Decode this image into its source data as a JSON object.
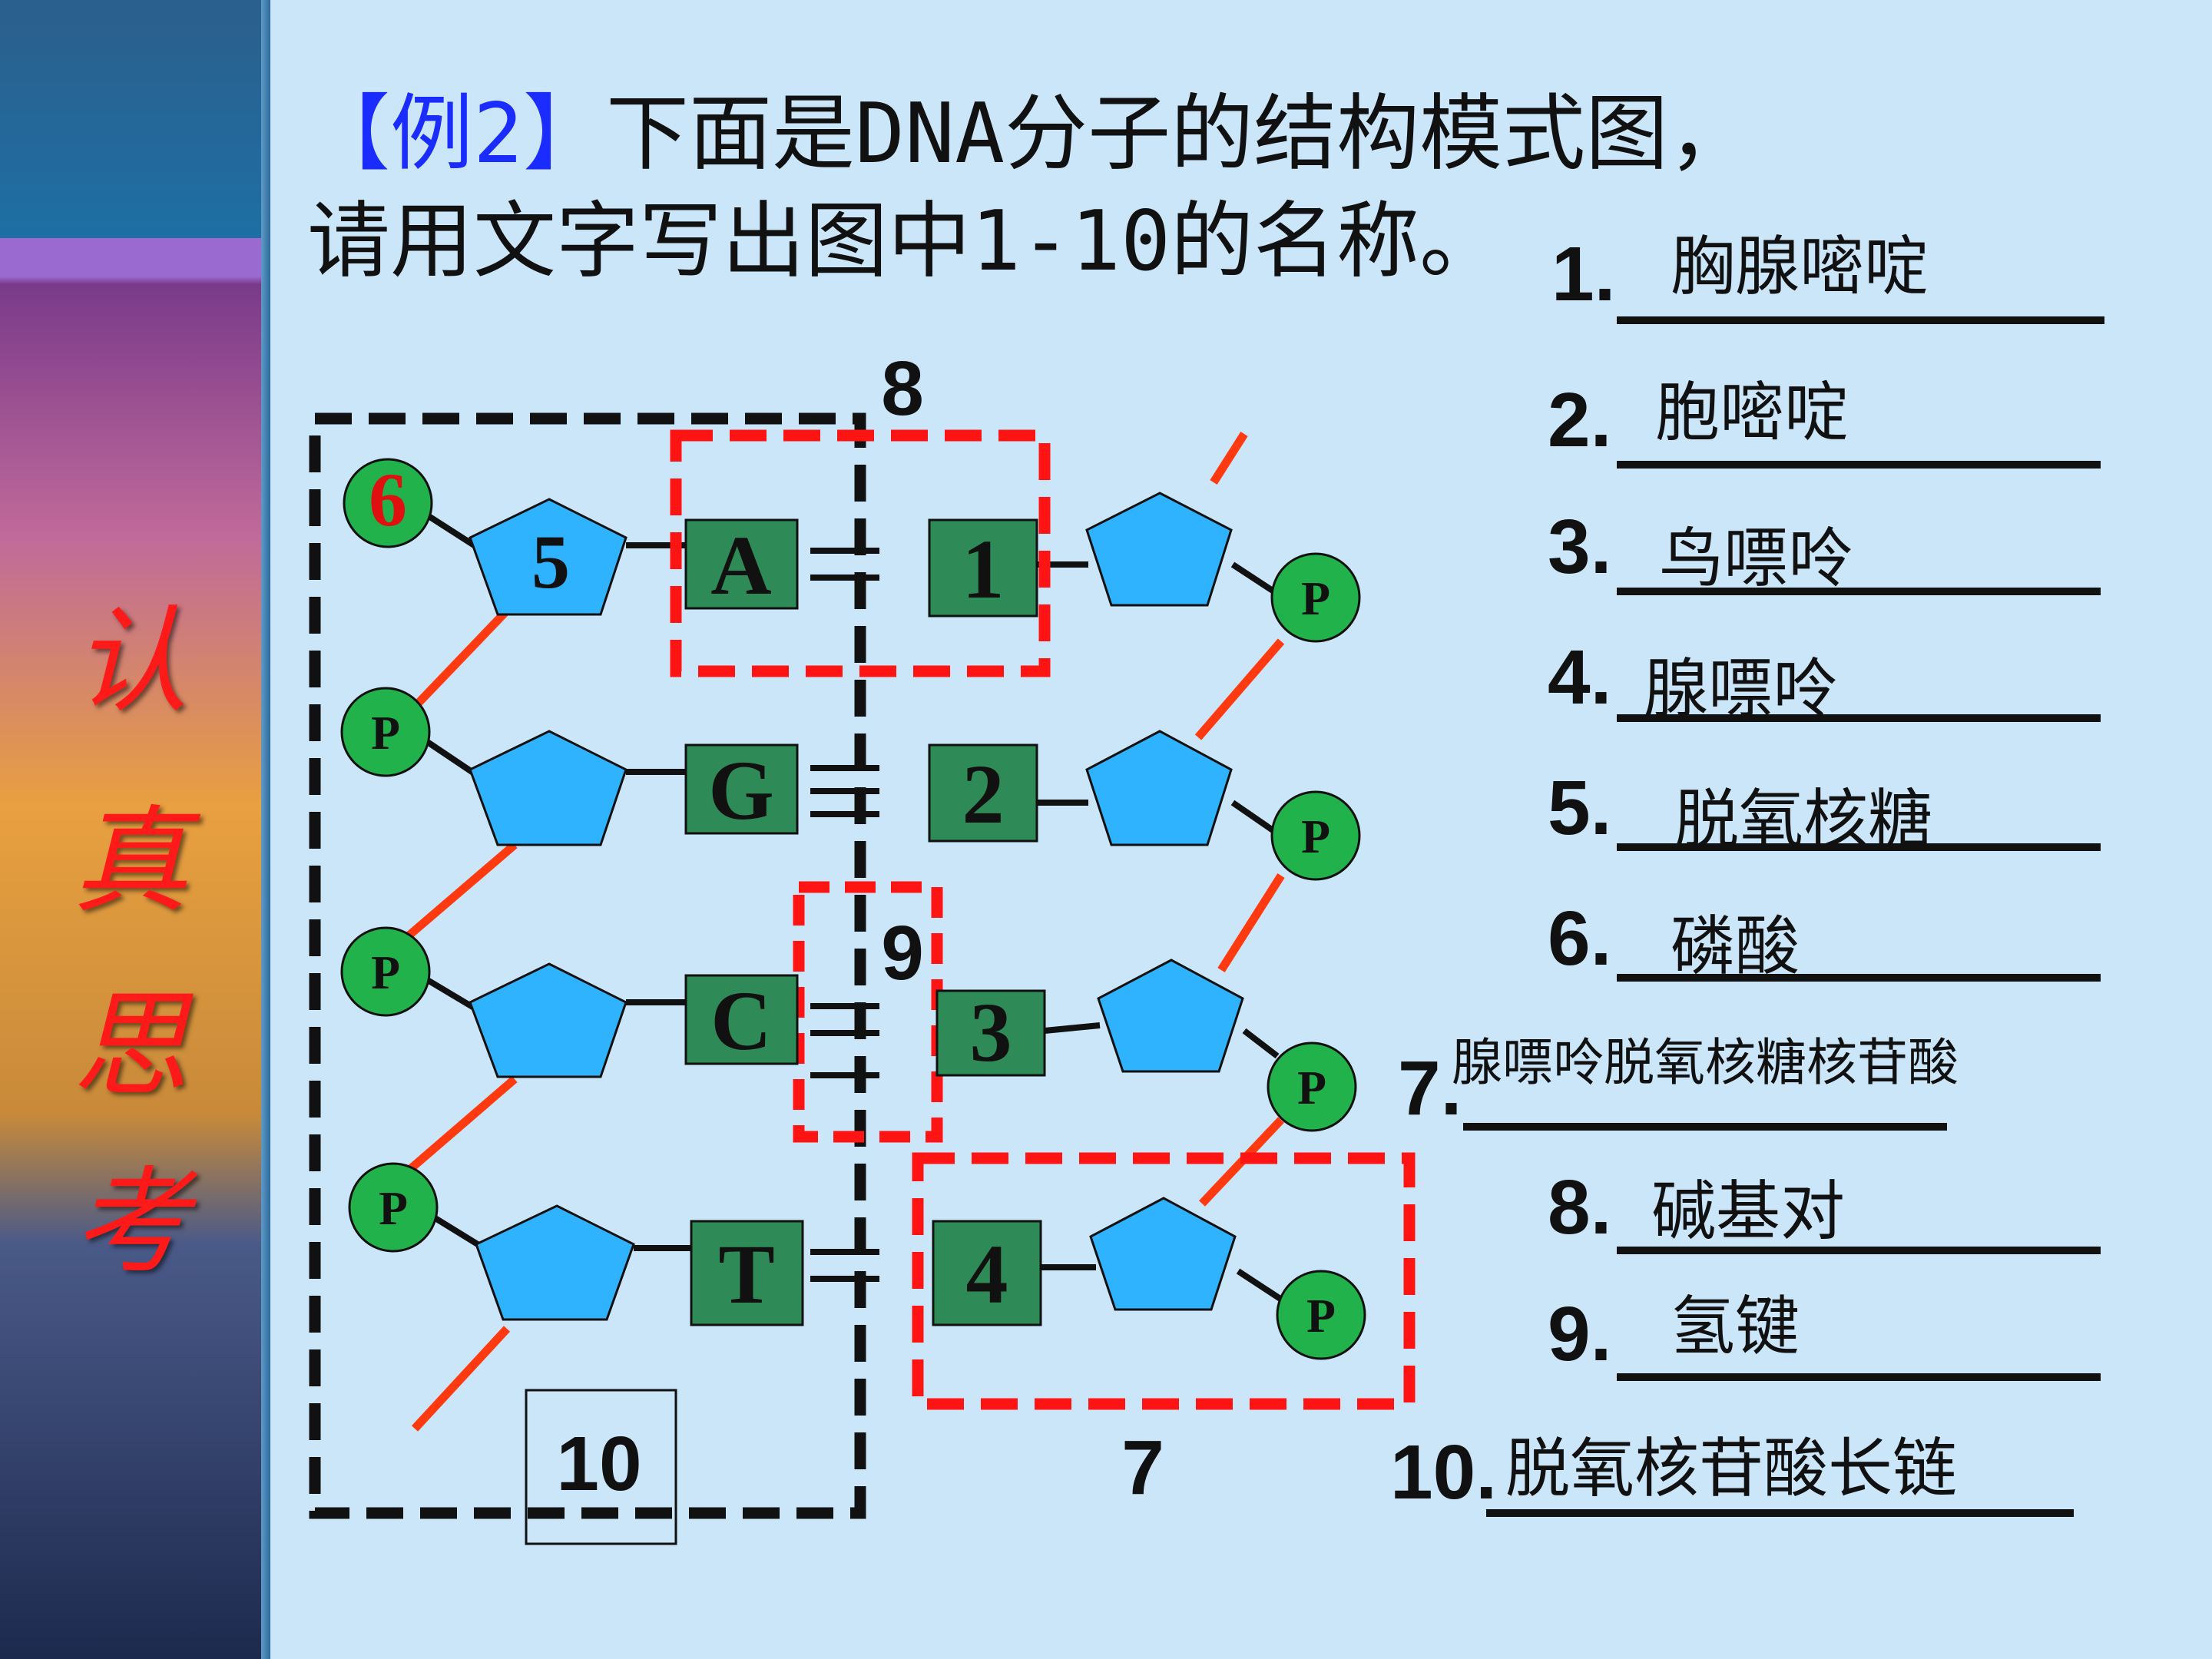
{
  "sidebar": {
    "vertical_text": [
      "认",
      "真",
      "思",
      "考"
    ]
  },
  "title": {
    "tag": "【例2】",
    "line1": "下面是DNA分子的结构模式图，",
    "line2": "请用文字写出图中1-10的名称。"
  },
  "diagram": {
    "left_bases": [
      "A",
      "G",
      "C",
      "T"
    ],
    "right_bases": [
      "1",
      "2",
      "3",
      "4"
    ],
    "pentagon_label": "5",
    "phosphate_label": "P",
    "top_phosphate_label": "6",
    "labels": {
      "eight": "8",
      "nine": "9",
      "ten": "10",
      "seven": "7"
    },
    "colors": {
      "base_fill": "#2e8b57",
      "pentagon_fill": "#2fb3ff",
      "phosphate_fill": "#22b24c",
      "backbone": "#ff3a10",
      "highlight_box": "#ff1414",
      "strand_box": "#111111"
    }
  },
  "answers": [
    {
      "num": "1.",
      "text": "胸腺嘧啶"
    },
    {
      "num": "2.",
      "text": "胞嘧啶"
    },
    {
      "num": "3.",
      "text": "鸟嘌呤"
    },
    {
      "num": "4.",
      "text": "腺嘌呤"
    },
    {
      "num": "5.",
      "text": "脱氧核糖"
    },
    {
      "num": "6.",
      "text": "磷酸"
    },
    {
      "num": "7.",
      "text": "腺嘌呤脱氧核糖核苷酸"
    },
    {
      "num": "8.",
      "text": "碱基对"
    },
    {
      "num": "9.",
      "text": "氢键"
    },
    {
      "num": "10.",
      "text": "脱氧核苷酸长链"
    }
  ]
}
